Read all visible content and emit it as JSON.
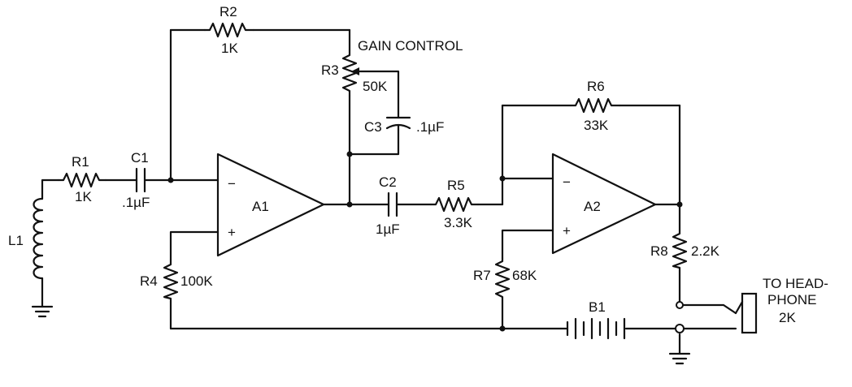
{
  "components": {
    "r1": {
      "ref": "R1",
      "value": "1K"
    },
    "r2": {
      "ref": "R2",
      "value": "1K"
    },
    "r3": {
      "ref": "R3",
      "value": "50K",
      "label": "GAIN CONTROL"
    },
    "r4": {
      "ref": "R4",
      "value": "100K"
    },
    "r5": {
      "ref": "R5",
      "value": "3.3K"
    },
    "r6": {
      "ref": "R6",
      "value": "33K"
    },
    "r7": {
      "ref": "R7",
      "value": "68K"
    },
    "r8": {
      "ref": "R8",
      "value": "2.2K"
    },
    "c1": {
      "ref": "C1",
      "value": ".1µF"
    },
    "c2": {
      "ref": "C2",
      "value": "1µF"
    },
    "c3": {
      "ref": "C3",
      "value": ".1µF"
    },
    "a1": {
      "ref": "A1"
    },
    "a2": {
      "ref": "A2"
    },
    "l1": {
      "ref": "L1"
    },
    "b1": {
      "ref": "B1"
    }
  },
  "opamp_inputs": {
    "inverting": "−",
    "noninverting": "+"
  },
  "output": {
    "line1": "TO HEAD-",
    "line2": "PHONE",
    "line3": "2K"
  }
}
